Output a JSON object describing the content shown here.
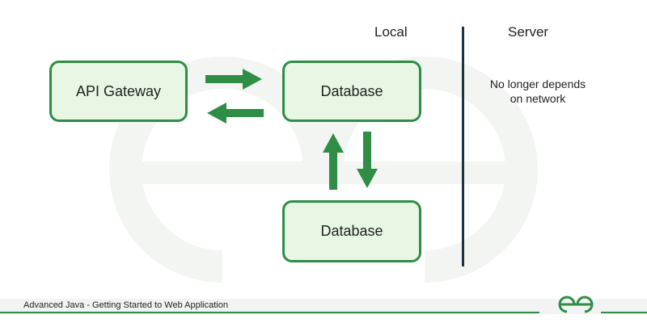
{
  "diagram": {
    "headings": {
      "local": "Local",
      "server": "Server"
    },
    "nodes": {
      "api_gateway": "API Gateway",
      "database_local": "Database",
      "database_server": "Database"
    },
    "note": [
      "No longer depends",
      "on network"
    ]
  },
  "footer": {
    "caption": "Advanced Java - Getting Started to Web Application"
  },
  "colors": {
    "accent": "#2f8d46",
    "box_fill": "#e8f6e4",
    "divider": "#1c3340",
    "watermark": "#f2f5f2"
  },
  "icons": [
    "geeksforgeeks-logo-icon",
    "geeksforgeeks-watermark-icon"
  ]
}
